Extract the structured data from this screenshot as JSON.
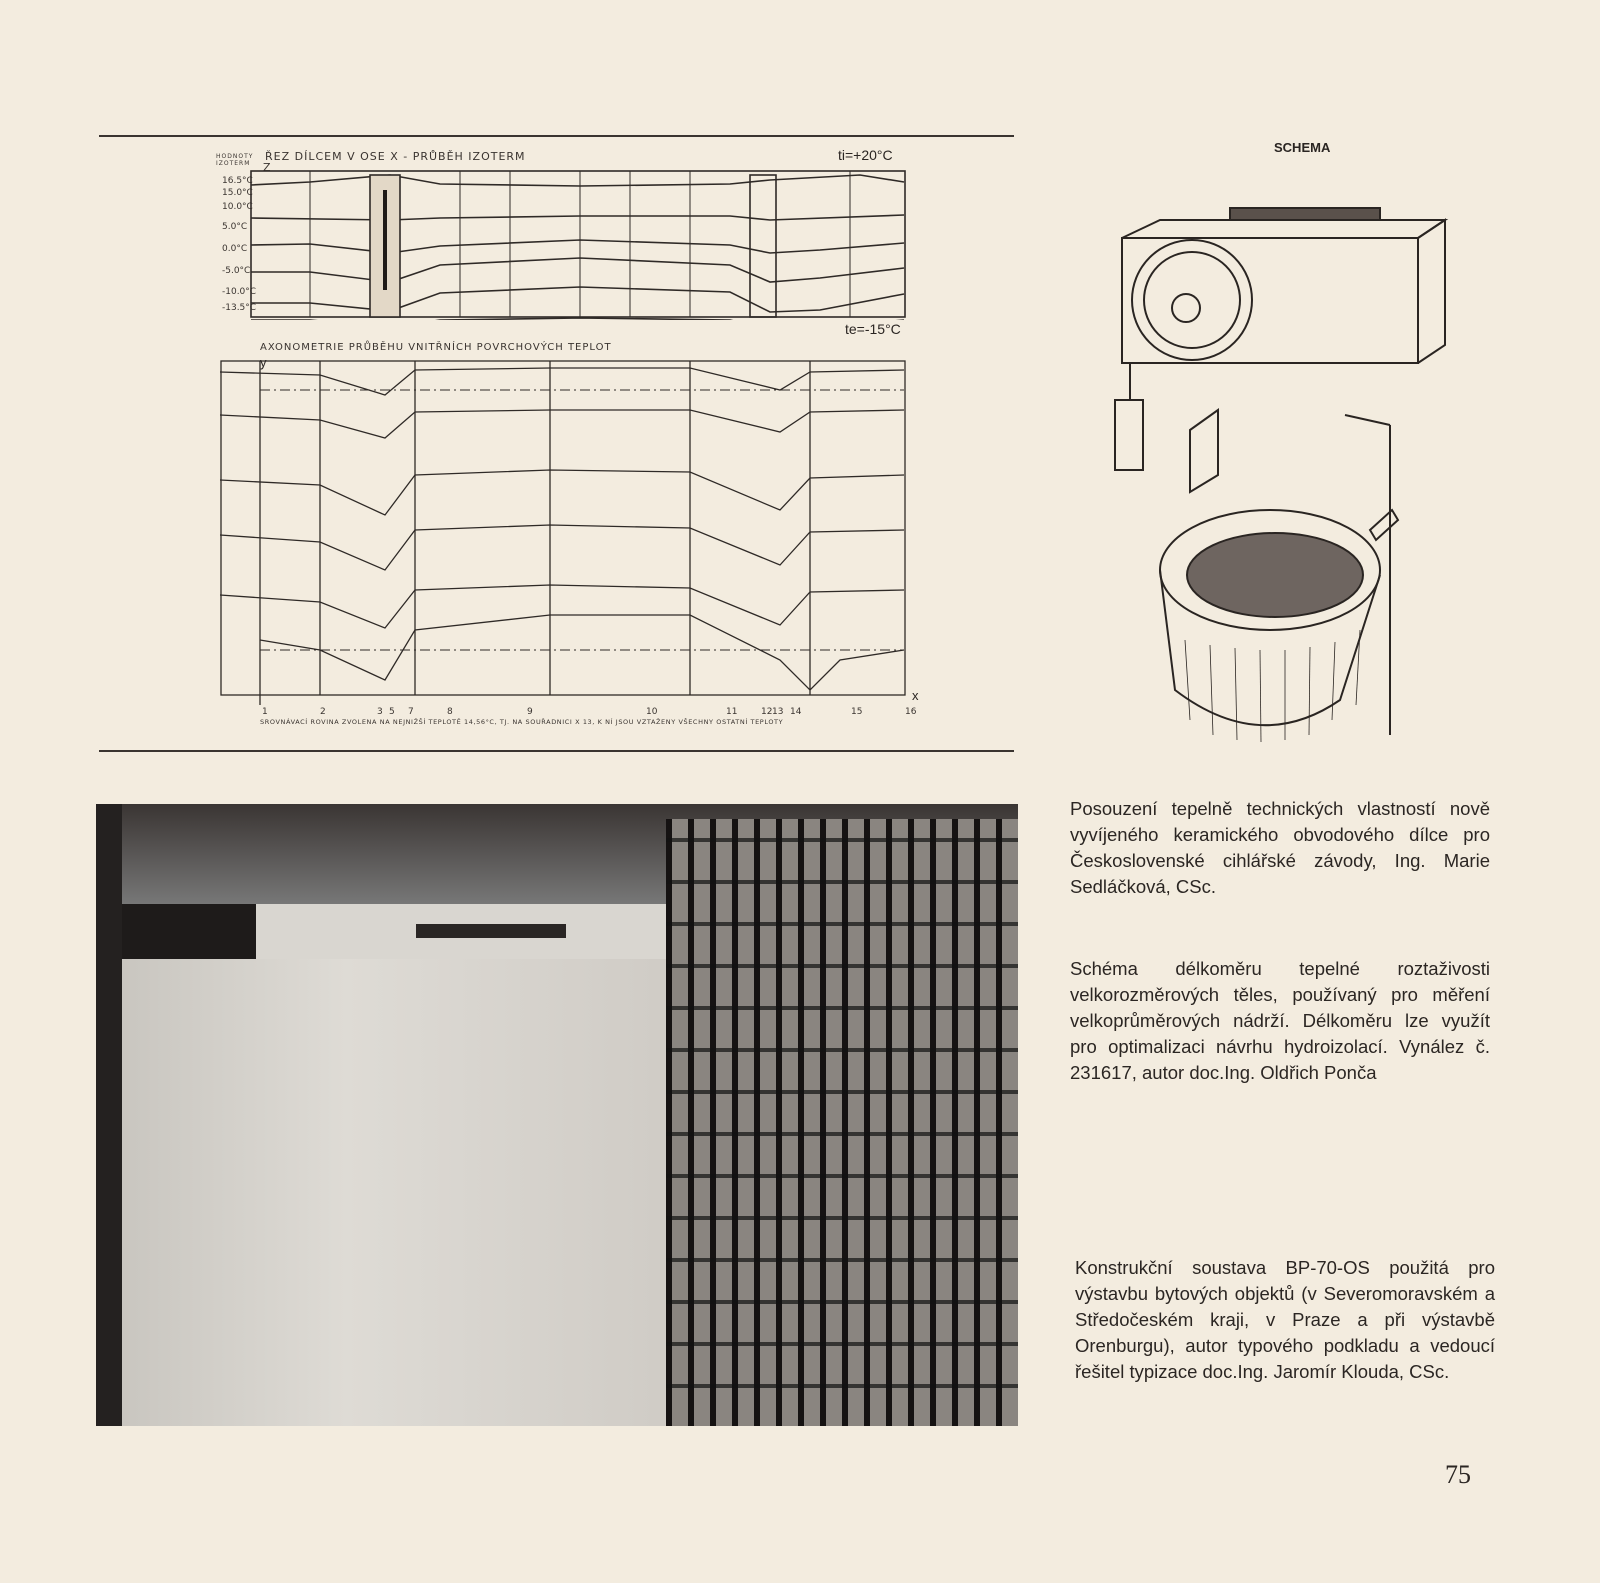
{
  "figure_top": {
    "section_title": "ŘEZ DÍLCEM V OSE X - PRŮBĚH IZOTERM",
    "axis_header": "HODNOTY IZOTERM",
    "z_label": "Z",
    "ti_label": "ti=+20°C",
    "te_label": "te=-15°C",
    "isotherm_values": [
      "16.5°C",
      "15.0°C",
      "10.0°C",
      "5.0°C",
      "0.0°C",
      "-5.0°C",
      "-10.0°C",
      "-13.5°C"
    ],
    "axon_title": "AXONOMETRIE PRŮBĚHU VNITŘNÍCH POVRCHOVÝCH TEPLOT",
    "y_label": "y",
    "x_label": "x",
    "x_ticks": [
      "1",
      "2",
      "3",
      "5",
      "7",
      "8",
      "9",
      "10",
      "11",
      "12",
      "13",
      "14",
      "15",
      "16"
    ],
    "footnote": "SROVNÁVACÍ ROVINA ZVOLENA NA NEJNIŽŠÍ TEPLOTĚ 14,56°C, TJ. NA SOUŘADNICI X 13, K NÍ JSOU VZTAŽENY VŠECHNY OSTATNÍ TEPLOTY"
  },
  "schema": {
    "title": "SCHEMA"
  },
  "captions": [
    "Posouzení tepelně technických vlastností nově vyvíjeného keramického obvodového dílce pro Československé cihlářské závody, Ing. Marie Sedláčková, CSc.",
    "Schéma délkoměru tepelné roztaživosti velkorozměrových těles, používaný pro měření velkoprůměrových nádrží. Délkoměru lze využít pro optimalizaci návrhu hydroizolací. Vynález č. 231617, autor doc.Ing. Oldřich Ponča",
    "Konstrukční soustava BP-70-OS použitá pro výstavbu bytových objektů (v Severomoravském a Středočeském kraji, v Praze a při výstavbě Orenburgu), autor typového podkladu a vedoucí řešitel typizace doc.Ing. Jaromír Klouda, CSc."
  ],
  "page_number": "75"
}
